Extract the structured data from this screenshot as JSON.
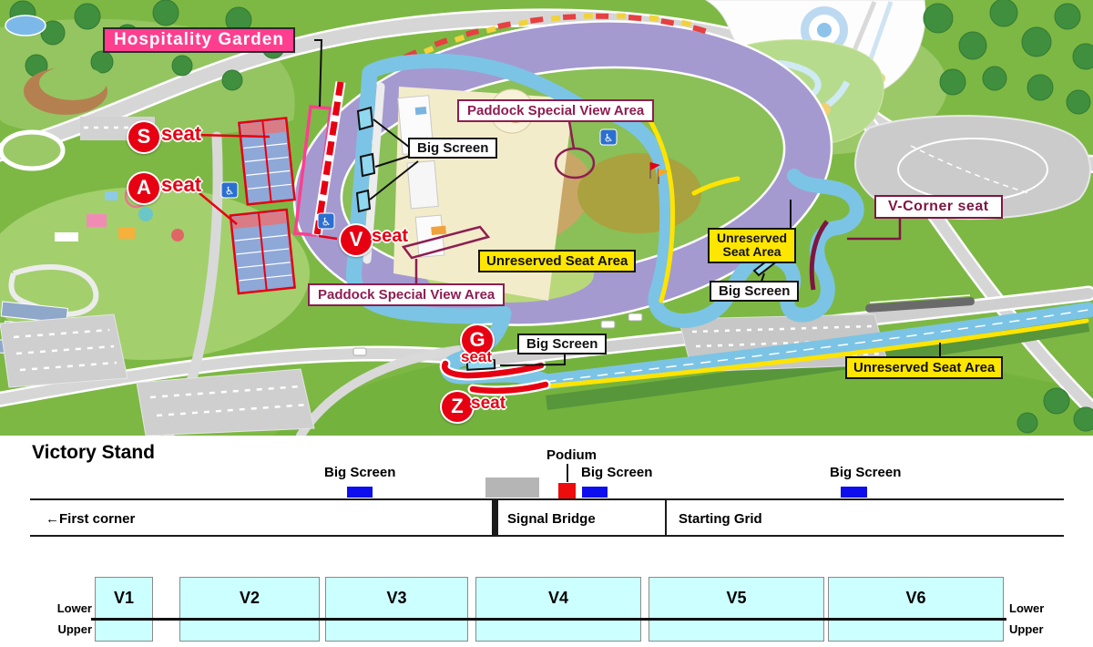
{
  "map": {
    "labels": {
      "hospitality_garden": "Hospitality Garden",
      "big_screen_pit": "Big Screen",
      "paddock_special_view_top": "Paddock Special View Area",
      "paddock_special_view_bottom": "Paddock Special View Area",
      "unreserved_center": "Unreserved Seat Area",
      "unreserved_right_l1": "Unreserved",
      "unreserved_right_l2": "Seat Area",
      "big_screen_right": "Big Screen",
      "v_corner_seat": "V-Corner seat",
      "unreserved_bottom": "Unreserved Seat Area",
      "big_screen_south": "Big Screen"
    },
    "seats": [
      {
        "letter": "S",
        "word": "seat"
      },
      {
        "letter": "A",
        "word": "seat"
      },
      {
        "letter": "V",
        "word": "seat"
      },
      {
        "letter": "G",
        "word": "seat"
      },
      {
        "letter": "Z",
        "word": "seat"
      }
    ],
    "icons": {
      "wheelchair": "♿"
    },
    "colors": {
      "accent_pink": "#ff3e8f",
      "seat_red": "#e60012",
      "maroon": "#8e1d52",
      "highlight_yellow": "#ffe600",
      "oval_purple": "#a49ad0",
      "track_blue": "#7cc4e5"
    }
  },
  "victory_stand": {
    "title": "Victory Stand",
    "podium": "Podium",
    "big_screens": [
      "Big Screen",
      "Big Screen",
      "Big Screen"
    ],
    "first_corner": "←First corner",
    "signal_bridge": "Signal Bridge",
    "starting_grid": "Starting Grid",
    "lower": "Lower",
    "upper": "Upper",
    "sections": [
      {
        "label": "V1"
      },
      {
        "label": "V2"
      },
      {
        "label": "V3"
      },
      {
        "label": "V4"
      },
      {
        "label": "V5"
      },
      {
        "label": "V6"
      }
    ],
    "colors": {
      "screen_blue": "#0d0dee",
      "podium_red": "#ee0c0c",
      "bridge_gray": "#b5b5b5",
      "section_cyan": "#ccffff"
    }
  }
}
